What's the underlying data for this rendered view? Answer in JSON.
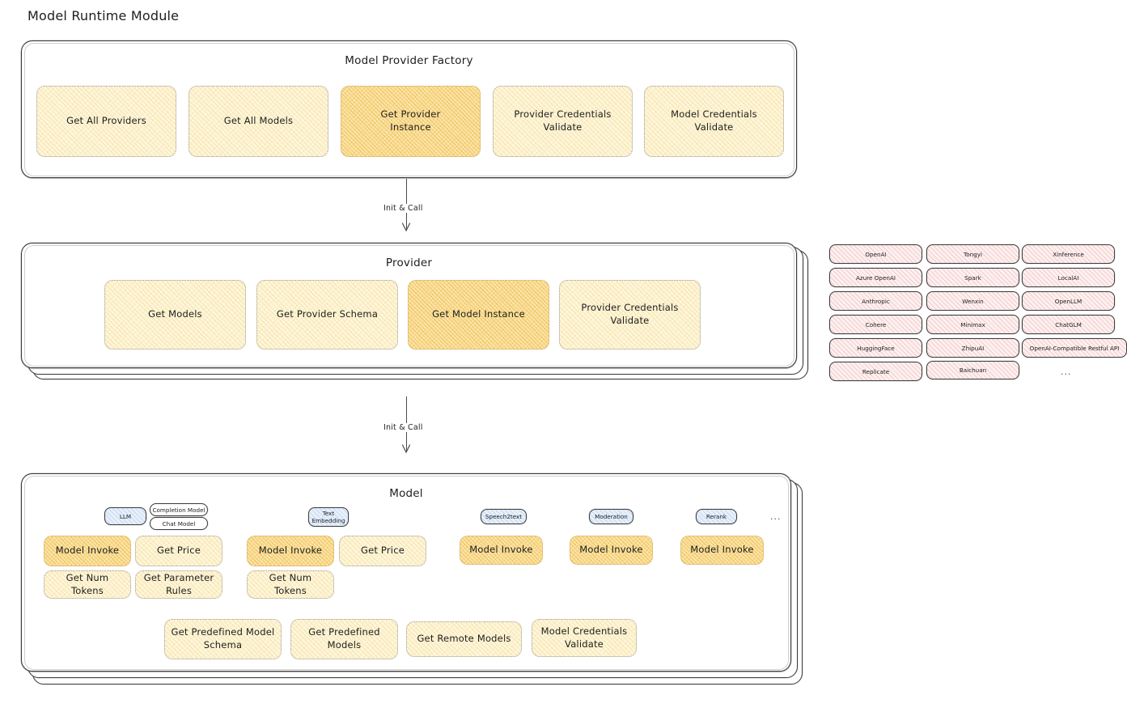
{
  "title": "Model Runtime Module",
  "sections": {
    "factory": {
      "title": "Model Provider Factory",
      "boxes": [
        {
          "label": "Get All Providers",
          "highlight": false
        },
        {
          "label": "Get All Models",
          "highlight": false
        },
        {
          "label": "Get Provider\nInstance",
          "highlight": true
        },
        {
          "label": "Provider Credentials\nValidate",
          "highlight": false
        },
        {
          "label": "Model Credentials\nValidate",
          "highlight": false
        }
      ]
    },
    "provider": {
      "title": "Provider",
      "boxes": [
        {
          "label": "Get Models",
          "highlight": false
        },
        {
          "label": "Get Provider Schema",
          "highlight": false
        },
        {
          "label": "Get Model Instance",
          "highlight": true
        },
        {
          "label": "Provider Credentials\nValidate",
          "highlight": false
        }
      ]
    },
    "model": {
      "title": "Model",
      "types": [
        {
          "badge": "LLM",
          "sub_badges": [
            "Completion Model",
            "Chat Model"
          ],
          "boxes": [
            {
              "label": "Model Invoke",
              "highlight": true
            },
            {
              "label": "Get Price",
              "highlight": false
            },
            {
              "label": "Get Num Tokens",
              "highlight": false
            },
            {
              "label": "Get Parameter\nRules",
              "highlight": false
            }
          ]
        },
        {
          "badge": "Text\nEmbedding",
          "sub_badges": [],
          "boxes": [
            {
              "label": "Model Invoke",
              "highlight": true
            },
            {
              "label": "Get Price",
              "highlight": false
            },
            {
              "label": "Get Num Tokens",
              "highlight": false
            }
          ]
        },
        {
          "badge": "Speech2text",
          "sub_badges": [],
          "boxes": [
            {
              "label": "Model Invoke",
              "highlight": true
            }
          ]
        },
        {
          "badge": "Moderation",
          "sub_badges": [],
          "boxes": [
            {
              "label": "Model Invoke",
              "highlight": true
            }
          ]
        },
        {
          "badge": "Rerank",
          "sub_badges": [],
          "boxes": [
            {
              "label": "Model Invoke",
              "highlight": true
            }
          ]
        }
      ],
      "more_types": "...",
      "common_boxes": [
        {
          "label": "Get Predefined Model\nSchema"
        },
        {
          "label": "Get Predefined\nModels"
        },
        {
          "label": "Get Remote Models"
        },
        {
          "label": "Model Credentials\nValidate"
        }
      ]
    }
  },
  "provider_list": {
    "columns": [
      [
        "OpenAI",
        "Azure OpenAI",
        "Anthropic",
        "Cohere",
        "HuggingFace",
        "Replicate"
      ],
      [
        "Tongyi",
        "Spark",
        "Wenxin",
        "Minimax",
        "ZhipuAI",
        "Baichuan"
      ],
      [
        "Xinference",
        "LocalAI",
        "OpenLLM",
        "ChatGLM",
        "OpenAI-Compatible Restful API"
      ]
    ],
    "more": "..."
  },
  "arrows": [
    {
      "label": "Init & Call"
    },
    {
      "label": "Init & Call"
    }
  ],
  "colors": {
    "box_fill": "#fdf6de",
    "box_fill_highlight": "#fbe5ad",
    "chip_fill": "#fdf0f0",
    "badge_fill": "#e7f0fb",
    "stroke": "#3f3f3f",
    "text": "#1e1e1e",
    "background": "#ffffff"
  }
}
